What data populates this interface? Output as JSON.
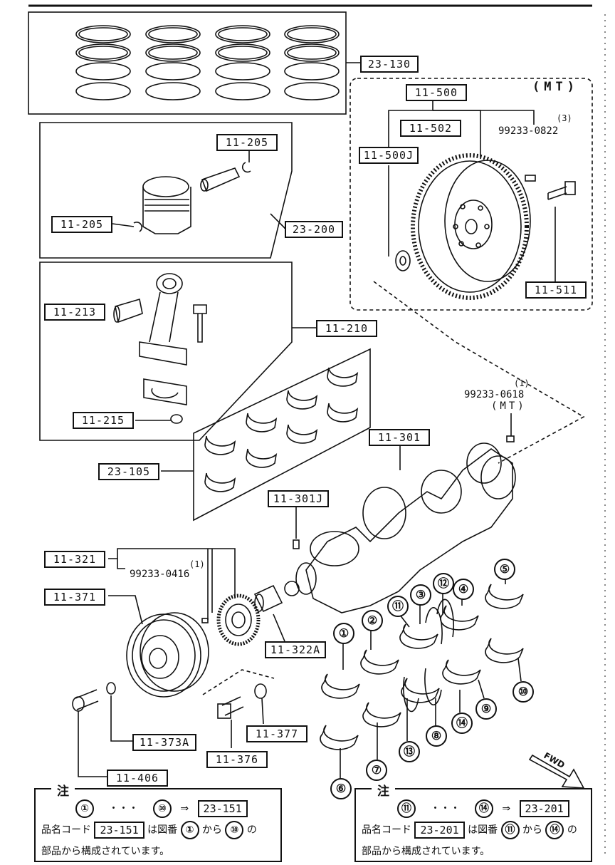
{
  "labels": {
    "p23_130": "23-130",
    "p11_500": "11-500",
    "mt_top": "(MT)",
    "p11_502": "11-502",
    "p11_500j": "11-500J",
    "qty3": "(3)",
    "p99233_0822": "99233-0822",
    "p11_205a": "11-205",
    "p11_205b": "11-205",
    "p23_200": "23-200",
    "p11_511": "11-511",
    "p11_213": "11-213",
    "p11_210": "11-210",
    "p11_215": "11-215",
    "qty1a": "(1)",
    "p99233_0618": "99233-0618",
    "mt_mid": "(MT)",
    "p23_105": "23-105",
    "p11_301": "11-301",
    "p11_301j": "11-301J",
    "p11_321": "11-321",
    "qty1b": "(1)",
    "p99233_0416": "99233-0416",
    "p11_371": "11-371",
    "p11_322a": "11-322A",
    "p11_373a": "11-373A",
    "p11_377": "11-377",
    "p11_376": "11-376",
    "p11_406": "11-406"
  },
  "circles": [
    "①",
    "②",
    "③",
    "④",
    "⑤",
    "⑥",
    "⑦",
    "⑧",
    "⑨",
    "⑩",
    "⑪",
    "⑫",
    "⑬",
    "⑭"
  ],
  "notes": [
    {
      "title": "注",
      "range_from": "①",
      "dots": "・・・",
      "range_to": "⑩",
      "arrow": "⇒",
      "target": "23-151",
      "line2_pre": "品名コード",
      "line2_code": "23-151",
      "line2_mid": "は図番",
      "line2_from": "①",
      "line2_kara": "から",
      "line2_to": "⑩",
      "line2_post": "の",
      "line3": "部品から構成されています。"
    },
    {
      "title": "注",
      "range_from": "⑪",
      "dots": "・・・",
      "range_to": "⑭",
      "arrow": "⇒",
      "target": "23-201",
      "line2_pre": "品名コード",
      "line2_code": "23-201",
      "line2_mid": "は図番",
      "line2_from": "⑪",
      "line2_kara": "から",
      "line2_to": "⑭",
      "line2_post": "の",
      "line3": "部品から構成されています。"
    }
  ],
  "fwd_label": "FWD"
}
